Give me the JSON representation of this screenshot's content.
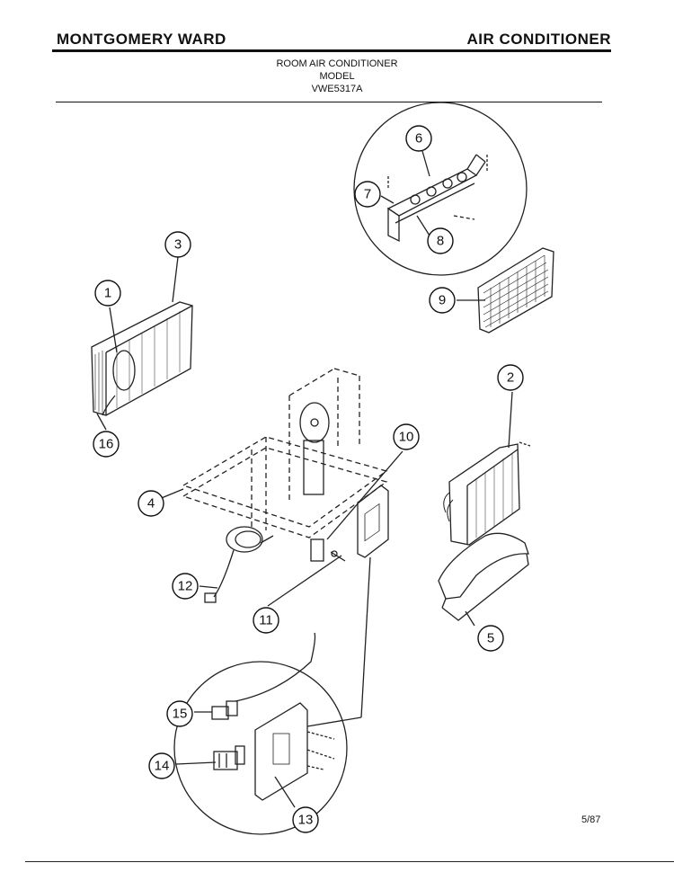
{
  "header": {
    "brand": "MONTGOMERY WARD",
    "category": "AIR CONDITIONER"
  },
  "subtitle": {
    "line1": "ROOM AIR CONDITIONER",
    "line2": "MODEL",
    "line3": "VWE5317A"
  },
  "footer": {
    "date": "5/87"
  },
  "callouts": {
    "c1": "1",
    "c2": "2",
    "c3": "3",
    "c4": "4",
    "c5": "5",
    "c6": "6",
    "c7": "7",
    "c8": "8",
    "c9": "9",
    "c10": "10",
    "c11": "11",
    "c12": "12",
    "c13": "13",
    "c14": "14",
    "c15": "15",
    "c16": "16"
  }
}
